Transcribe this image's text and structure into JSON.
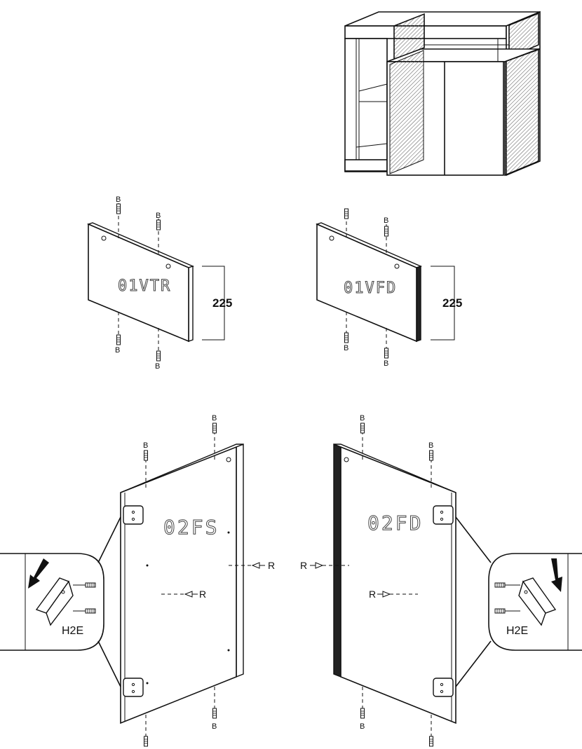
{
  "panels": {
    "p1": {
      "code": "01VTR",
      "dimension": "225"
    },
    "p2": {
      "code": "01VFD",
      "dimension": "225"
    },
    "p3": {
      "code": "02FS"
    },
    "p4": {
      "code": "02FD"
    }
  },
  "dowel_label": "B",
  "screw_label": "R",
  "hinge_label": "H2E"
}
